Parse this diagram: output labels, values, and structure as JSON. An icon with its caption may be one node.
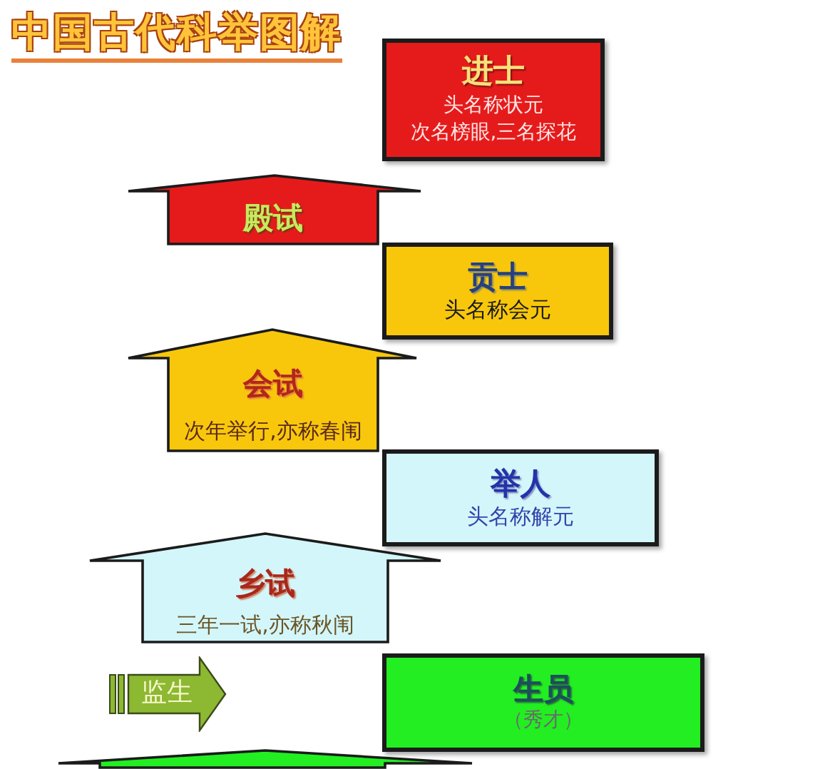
{
  "diagram": {
    "title": "中国古代科举图解",
    "nodes": [
      {
        "text": [
          "进士",
          "头名称状元",
          "次名榜眼,三名探花"
        ]
      },
      {
        "text": [
          "殿试"
        ]
      },
      {
        "text": [
          "贡士",
          "头名称会元"
        ]
      },
      {
        "text": [
          "会试",
          "次年举行,亦称春闱"
        ]
      },
      {
        "text": [
          "举人",
          "头名称解元"
        ]
      },
      {
        "text": [
          "乡试",
          "三年一试,亦称秋闱"
        ]
      },
      {
        "text": [
          "监生"
        ]
      },
      {
        "text": [
          "生员",
          "（秀才）"
        ]
      },
      {
        "text": [],
        "shape": "arrow"
      }
    ]
  }
}
